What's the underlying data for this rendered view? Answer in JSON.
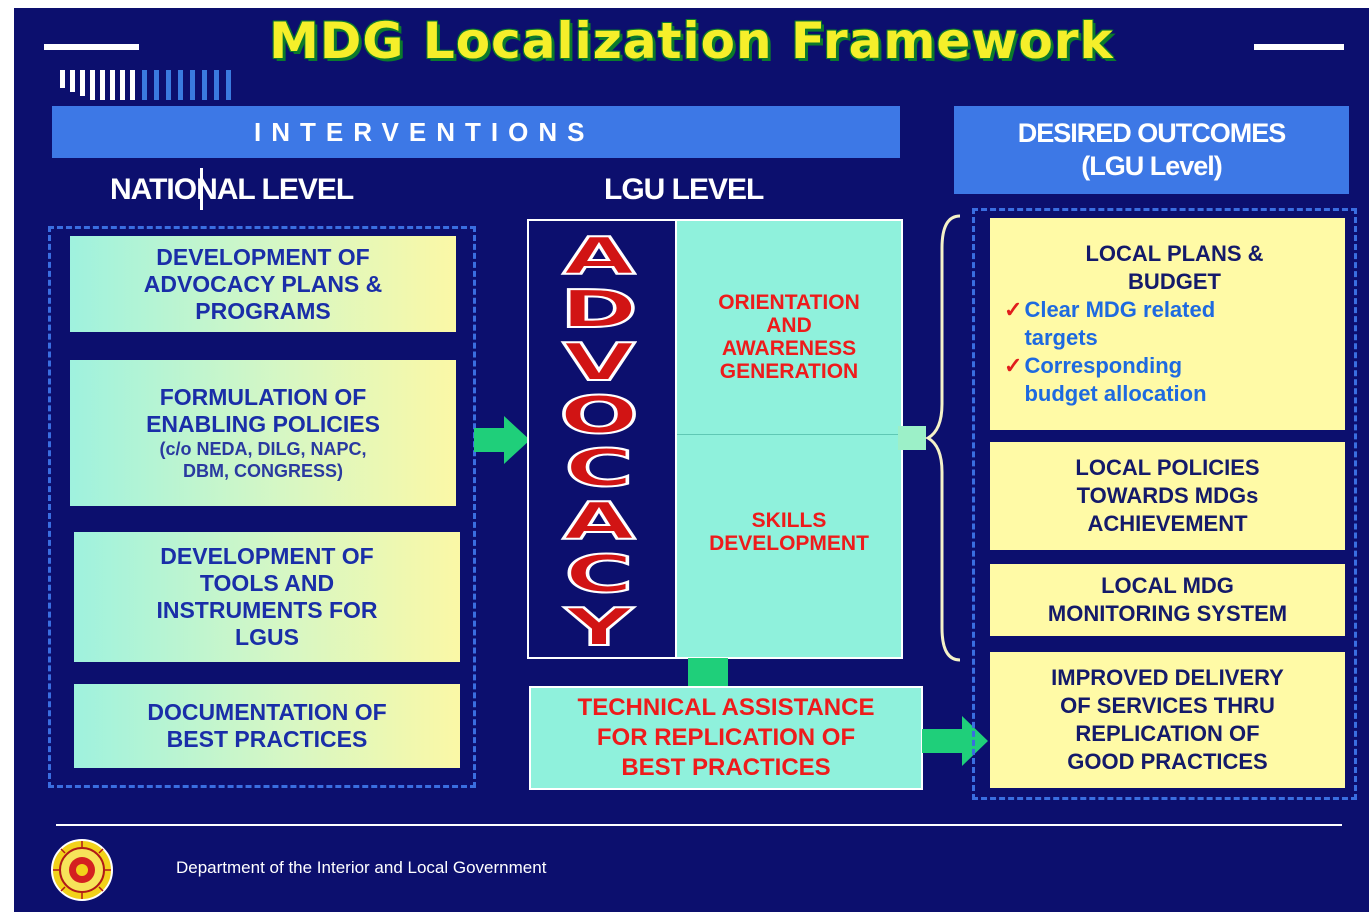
{
  "title": "MDG Localization Framework",
  "interventions_banner": "INTERVENTIONS",
  "national_level_header": "NATIONAL LEVEL",
  "lgu_level_header": "LGU LEVEL",
  "desired_outcomes": {
    "line1": "DESIRED OUTCOMES",
    "line2": "(LGU Level)"
  },
  "national_items": [
    {
      "lines": [
        "DEVELOPMENT OF",
        "ADVOCACY PLANS &",
        "PROGRAMS"
      ]
    },
    {
      "lines": [
        "FORMULATION OF",
        "ENABLING POLICIES"
      ],
      "sub": [
        "(c/o NEDA, DILG, NAPC,",
        "DBM, CONGRESS)"
      ]
    },
    {
      "lines": [
        "DEVELOPMENT OF",
        "TOOLS AND",
        "INSTRUMENTS FOR",
        "LGUS"
      ]
    },
    {
      "lines": [
        "DOCUMENTATION OF",
        "BEST PRACTICES"
      ]
    }
  ],
  "advocacy_letters": [
    "A",
    "D",
    "V",
    "O",
    "C",
    "A",
    "C",
    "Y"
  ],
  "lgu_items": [
    {
      "lines": [
        "ORIENTATION",
        "AND",
        "AWARENESS",
        "GENERATION"
      ]
    },
    {
      "lines": [
        "SKILLS",
        "DEVELOPMENT"
      ]
    }
  ],
  "technical_assistance": {
    "lines": [
      "TECHNICAL ASSISTANCE",
      "FOR REPLICATION OF",
      "BEST PRACTICES"
    ]
  },
  "outcomes": [
    {
      "lines": [
        "LOCAL PLANS &",
        "BUDGET"
      ],
      "checks": [
        [
          "Clear MDG related",
          "targets"
        ],
        [
          "Corresponding",
          "budget allocation"
        ]
      ]
    },
    {
      "lines": [
        "LOCAL POLICIES",
        "TOWARDS MDGs",
        "ACHIEVEMENT"
      ]
    },
    {
      "lines": [
        "LOCAL MDG",
        "MONITORING SYSTEM"
      ]
    },
    {
      "lines": [
        "IMPROVED DELIVERY",
        "OF SERVICES THRU",
        "REPLICATION OF",
        "GOOD PRACTICES"
      ]
    }
  ],
  "footer_text": "Department of the Interior and Local Government",
  "colors": {
    "background": "#0c0f6e",
    "banner": "#3d78e6",
    "title": "#f5ef2a",
    "red_text": "#ee1b1b",
    "outcome_box": "#fffaa6",
    "arrow": "#1fcf7a"
  }
}
